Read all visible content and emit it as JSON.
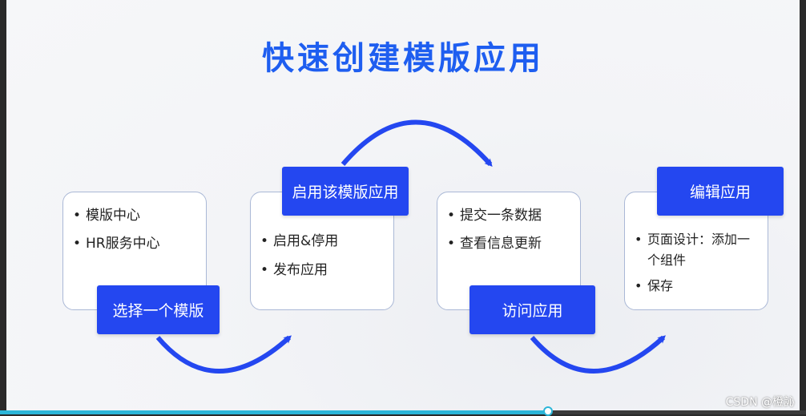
{
  "title": "快速创建模版应用",
  "steps": [
    {
      "label": "选择一个模版",
      "bullets": [
        "模版中心",
        "HR服务中心"
      ]
    },
    {
      "label": "启用该模版应用",
      "bullets": [
        "启用&停用",
        "发布应用"
      ]
    },
    {
      "label": "访问应用",
      "bullets": [
        "提交一条数据",
        "查看信息更新"
      ]
    },
    {
      "label": "编辑应用",
      "bullets": [
        "页面设计：添加一个组件",
        "保存"
      ]
    }
  ],
  "watermark": "CSDN @橙訫",
  "colors": {
    "accent": "#2447f0",
    "title": "#1e5ef0",
    "card_border": "#aab8d6"
  },
  "progress": {
    "fraction": 0.68
  }
}
